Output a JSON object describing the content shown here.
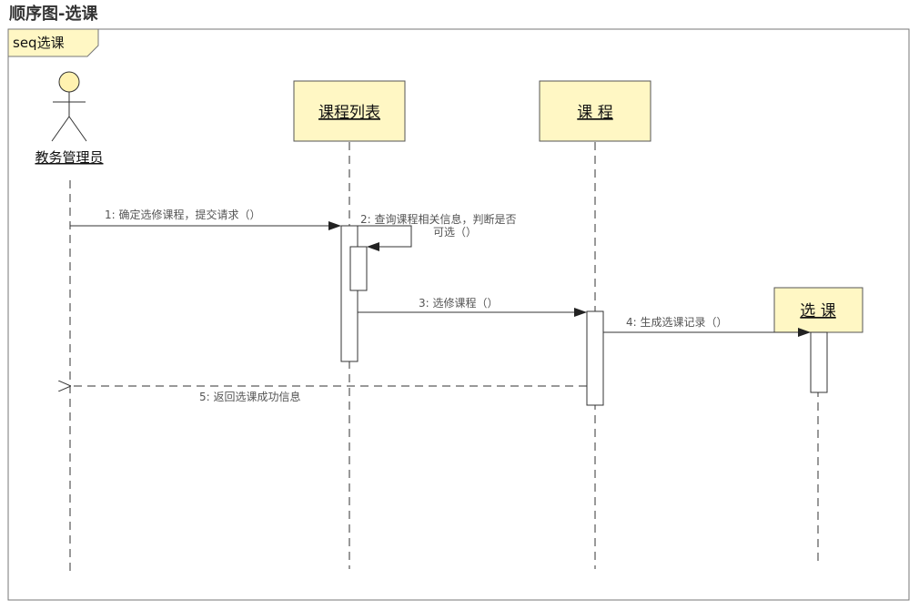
{
  "title": "顺序图-选课",
  "frame": {
    "label": "seq选课"
  },
  "participants": {
    "actor": "教务管理员",
    "course_list": "课程列表",
    "course": "课 程",
    "selection": "选 课"
  },
  "messages": {
    "m1": "1: 确定选修课程，提交请求（）",
    "m2_line1": "2: 查询课程相关信息，判断是否",
    "m2_line2": "可选（）",
    "m3": "3: 选修课程（）",
    "m4": "4: 生成选课记录（）",
    "m5": "5: 返回选课成功信息"
  },
  "colors": {
    "object_fill": "#FFF7C4",
    "actor_fill": "#FFF2B0",
    "frame_tag_fill": "#FFF7C4",
    "line": "#333333"
  }
}
